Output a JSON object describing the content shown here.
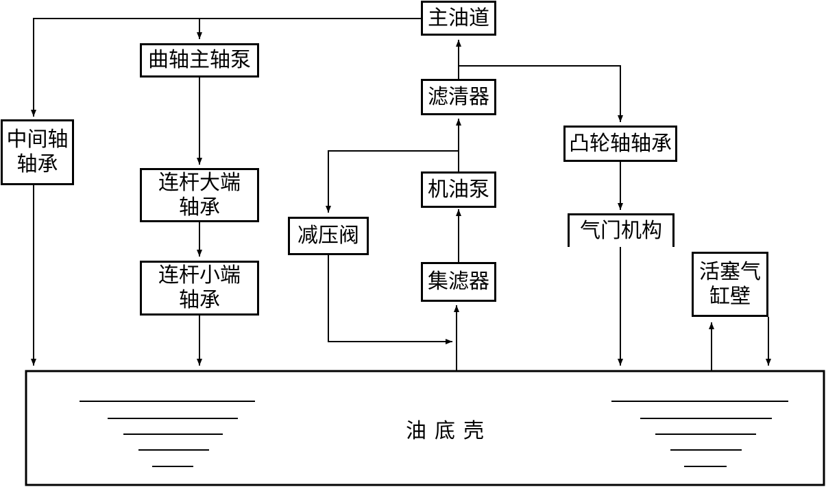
{
  "nodes": {
    "main_gallery": "主油道",
    "crank_main_bearing": "曲轴主轴泵",
    "intermediate_bearing": "中间轴\n轴承",
    "conrod_big_end": "连杆大端\n轴承",
    "conrod_small_end": "连杆小端\n轴承",
    "oil_filter": "滤清器",
    "oil_pump": "机油泵",
    "relief_valve": "减压阀",
    "strainer": "集滤器",
    "cam_bearing": "凸轮轴轴承",
    "valve_train": "气门机构",
    "piston_cylinder": "活塞气\n缸壁",
    "oil_sump": "油底壳"
  }
}
